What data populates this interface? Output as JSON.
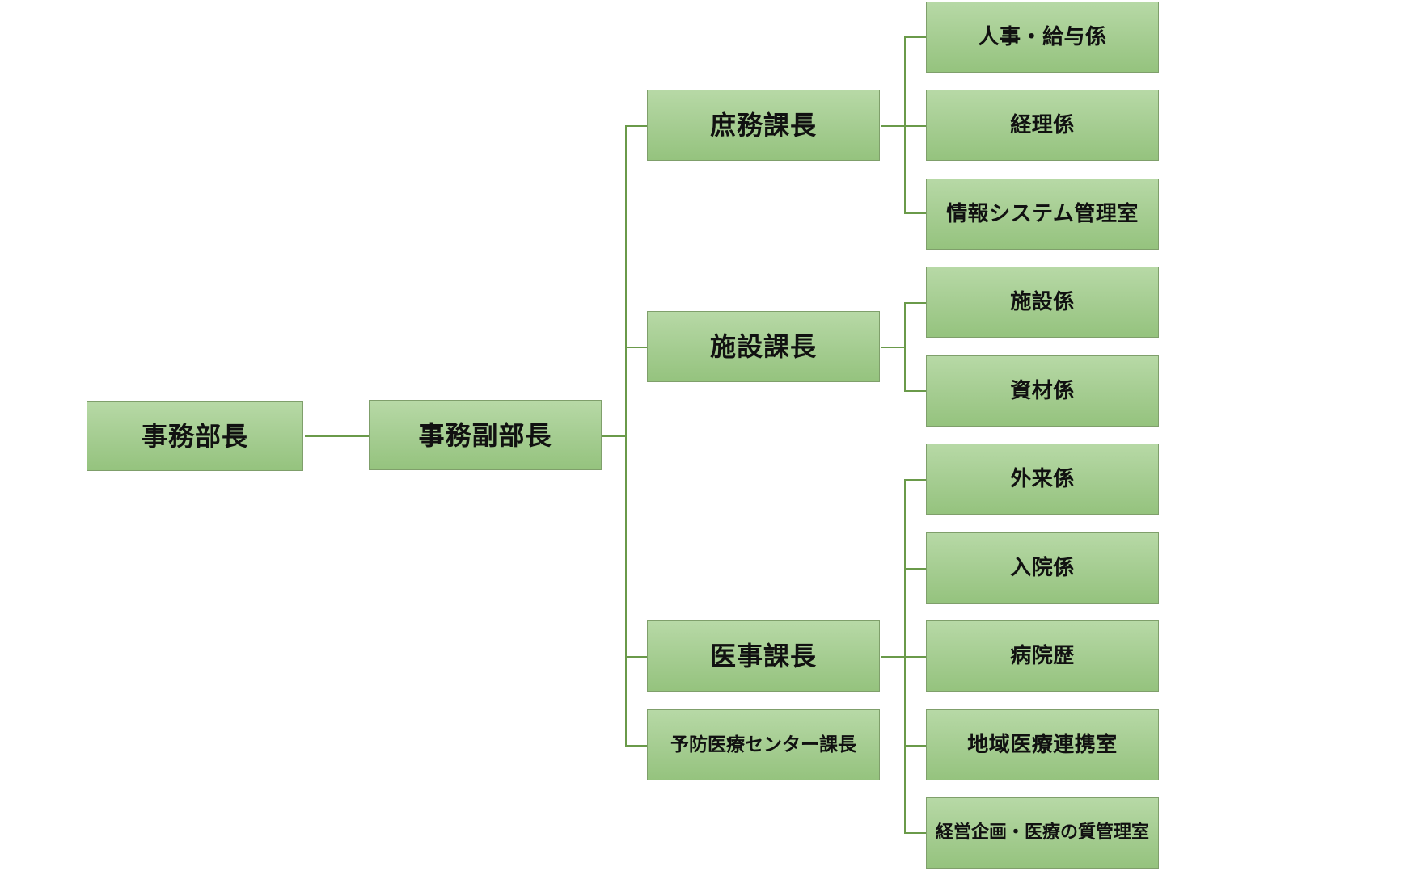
{
  "org_chart": {
    "director": "事務部長",
    "deputy_director": "事務副部長",
    "sections": [
      {
        "name": "庶務課長",
        "units": [
          "人事・給与係",
          "経理係",
          "情報システム管理室"
        ]
      },
      {
        "name": "施設課長",
        "units": [
          "施設係",
          "資材係"
        ]
      },
      {
        "name": "医事課長",
        "units": [
          "外来係",
          "入院係",
          "病院歴",
          "地域医療連携室",
          "経営企画・医療の質管理室"
        ]
      },
      {
        "name": "予防医療センター課長",
        "units": []
      }
    ]
  },
  "colors": {
    "box_fill": "#a4cc90",
    "box_border": "#7f9f6b",
    "connector": "#6a9a4a",
    "text": "#111111"
  }
}
